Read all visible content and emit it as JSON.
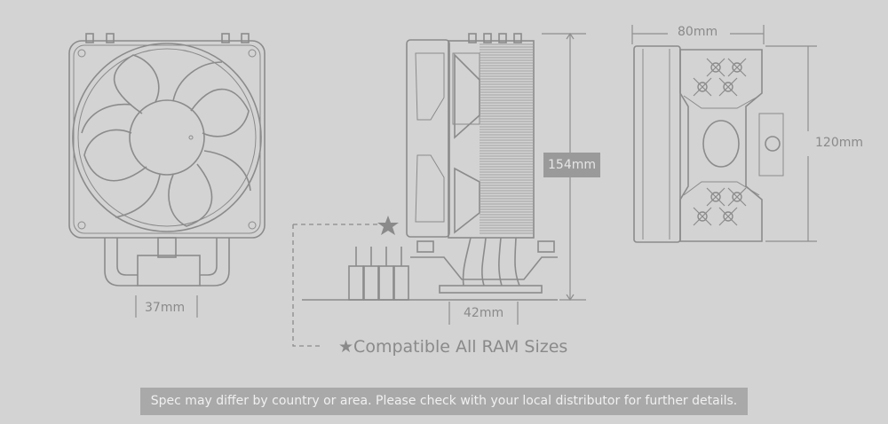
{
  "dimensions": {
    "width_side": "37mm",
    "base_width": "42mm",
    "height": "154mm",
    "depth": "80mm",
    "fan_height": "120mm"
  },
  "ram_note": "Compatible All RAM Sizes",
  "disclaimer": "Spec may differ by country or area. Please check with your local distributor for further details.",
  "colors": {
    "background": "#d3d3d3",
    "line": "#8b8b8b",
    "label_box": "#9a9a9a",
    "footer_box": "#a9a9a9"
  }
}
